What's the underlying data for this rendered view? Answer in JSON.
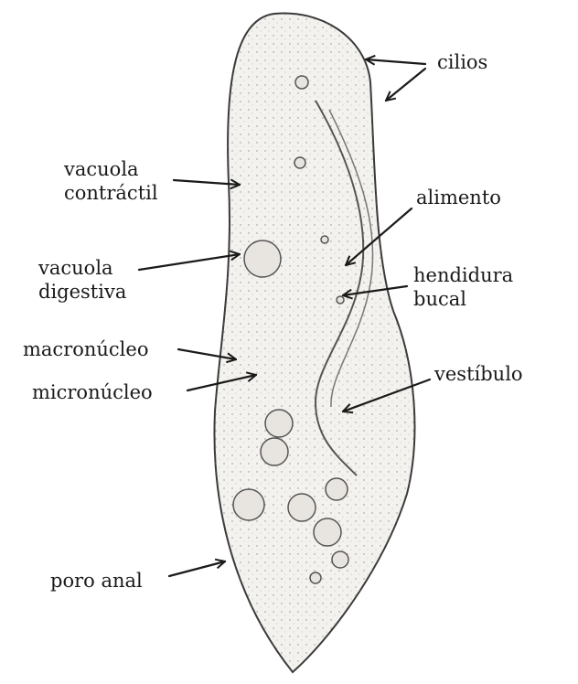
{
  "labels": {
    "cilios": "cilios",
    "vacuola_contractil": [
      "vacuola",
      "contráctil"
    ],
    "alimento": "alimento",
    "vacuola_digestiva": [
      "vacuola",
      "digestiva"
    ],
    "hendidura_bucal": [
      "hendidura",
      "bucal"
    ],
    "macronucleo": "macronúcleo",
    "micronucleo": "micronúcleo",
    "vestibulo": "vestíbulo",
    "poro_anal": "poro anal"
  },
  "colors": {
    "body_fill": "#f4f2ee",
    "outline": "#3a3a3a",
    "ink": "#1a1a1a"
  }
}
